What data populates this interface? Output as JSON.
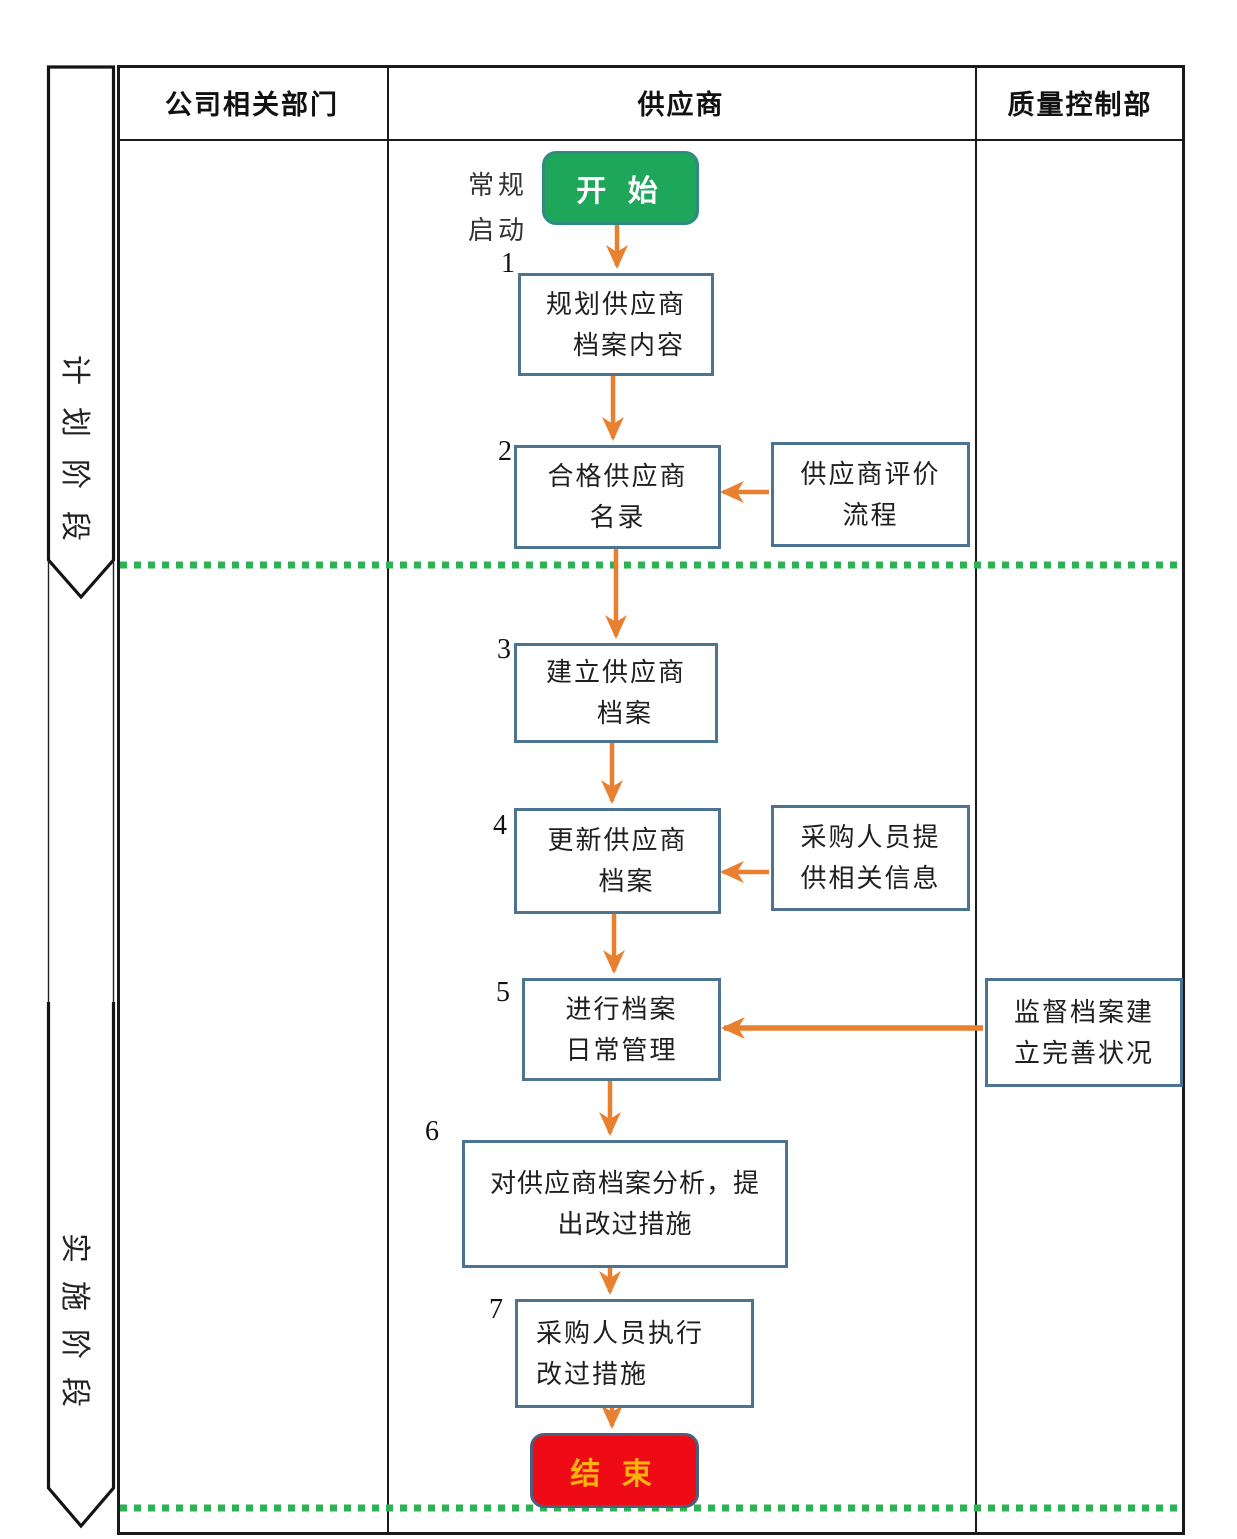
{
  "lanes": {
    "col1": "公司相关部门",
    "col2": "供应商",
    "col3": "质量控制部"
  },
  "phases": {
    "planning": {
      "label": "计划阶段",
      "chars": [
        "计",
        "划",
        "阶",
        "段"
      ]
    },
    "implementation": {
      "label": "实施阶段",
      "chars": [
        "实",
        "施",
        "阶",
        "段"
      ]
    }
  },
  "annotation": {
    "line1": "常规",
    "line2": "启动"
  },
  "terminals": {
    "start": "开 始",
    "end": "结 束"
  },
  "steps": [
    {
      "num": "1",
      "line1": "规划供应商",
      "line2": "档案内容"
    },
    {
      "num": "2",
      "line1": "合格供应商",
      "line2": "名录"
    },
    {
      "num": "3",
      "line1": "建立供应商",
      "line2": "档案"
    },
    {
      "num": "4",
      "line1": "更新供应商",
      "line2": "档案"
    },
    {
      "num": "5",
      "line1": "进行档案",
      "line2": "日常管理"
    },
    {
      "num": "6",
      "line1": "对供应商档案分析，提",
      "line2": "出改过措施"
    },
    {
      "num": "7",
      "line1": "采购人员执行",
      "line2": "改过措施"
    }
  ],
  "side_notes": [
    {
      "line1": "供应商评价",
      "line2": "流程"
    },
    {
      "line1": "采购人员提",
      "line2": "供相关信息"
    },
    {
      "line1": "监督档案建",
      "line2": "立完善状况"
    }
  ],
  "colors": {
    "arrow": "#E8802F",
    "dot": "#2CB254",
    "box-border": "#4C7390",
    "table-line": "#1A1A1A",
    "start-fill": "#1EA65A",
    "start-border": "#2E8B80",
    "end-fill": "#EE0B16",
    "end-border": "#4F5D7D",
    "end-text": "#FFB40A",
    "text": "#1F1F1F"
  }
}
